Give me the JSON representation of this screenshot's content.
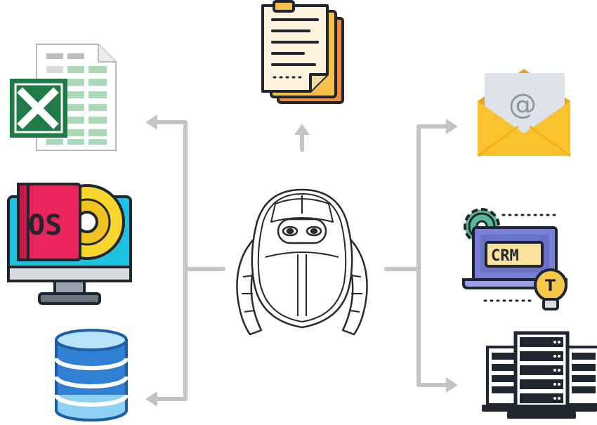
{
  "labels": {
    "os": "OS",
    "crm": "CRM",
    "email_at": "@",
    "bulb": "T"
  },
  "icons": [
    "excel-spreadsheet-icon",
    "operating-system-disc-icon",
    "database-icon",
    "documents-icon",
    "email-envelope-icon",
    "crm-laptop-icon",
    "server-rack-icon",
    "robot-icon"
  ],
  "colors": {
    "connector": "#c4c4c4",
    "excel_green": "#1e7b45",
    "os_pink": "#e8245a",
    "disc_yellow": "#f7d52c",
    "monitor_blue": "#1ec3e0",
    "database_blue": "#2f7fd4",
    "envelope_yellow": "#f9c22e",
    "paper_cream": "#fdf2dc",
    "crm_purple": "#7a7fd8",
    "gear_green": "#5ab99a",
    "outline": "#1f2630"
  }
}
